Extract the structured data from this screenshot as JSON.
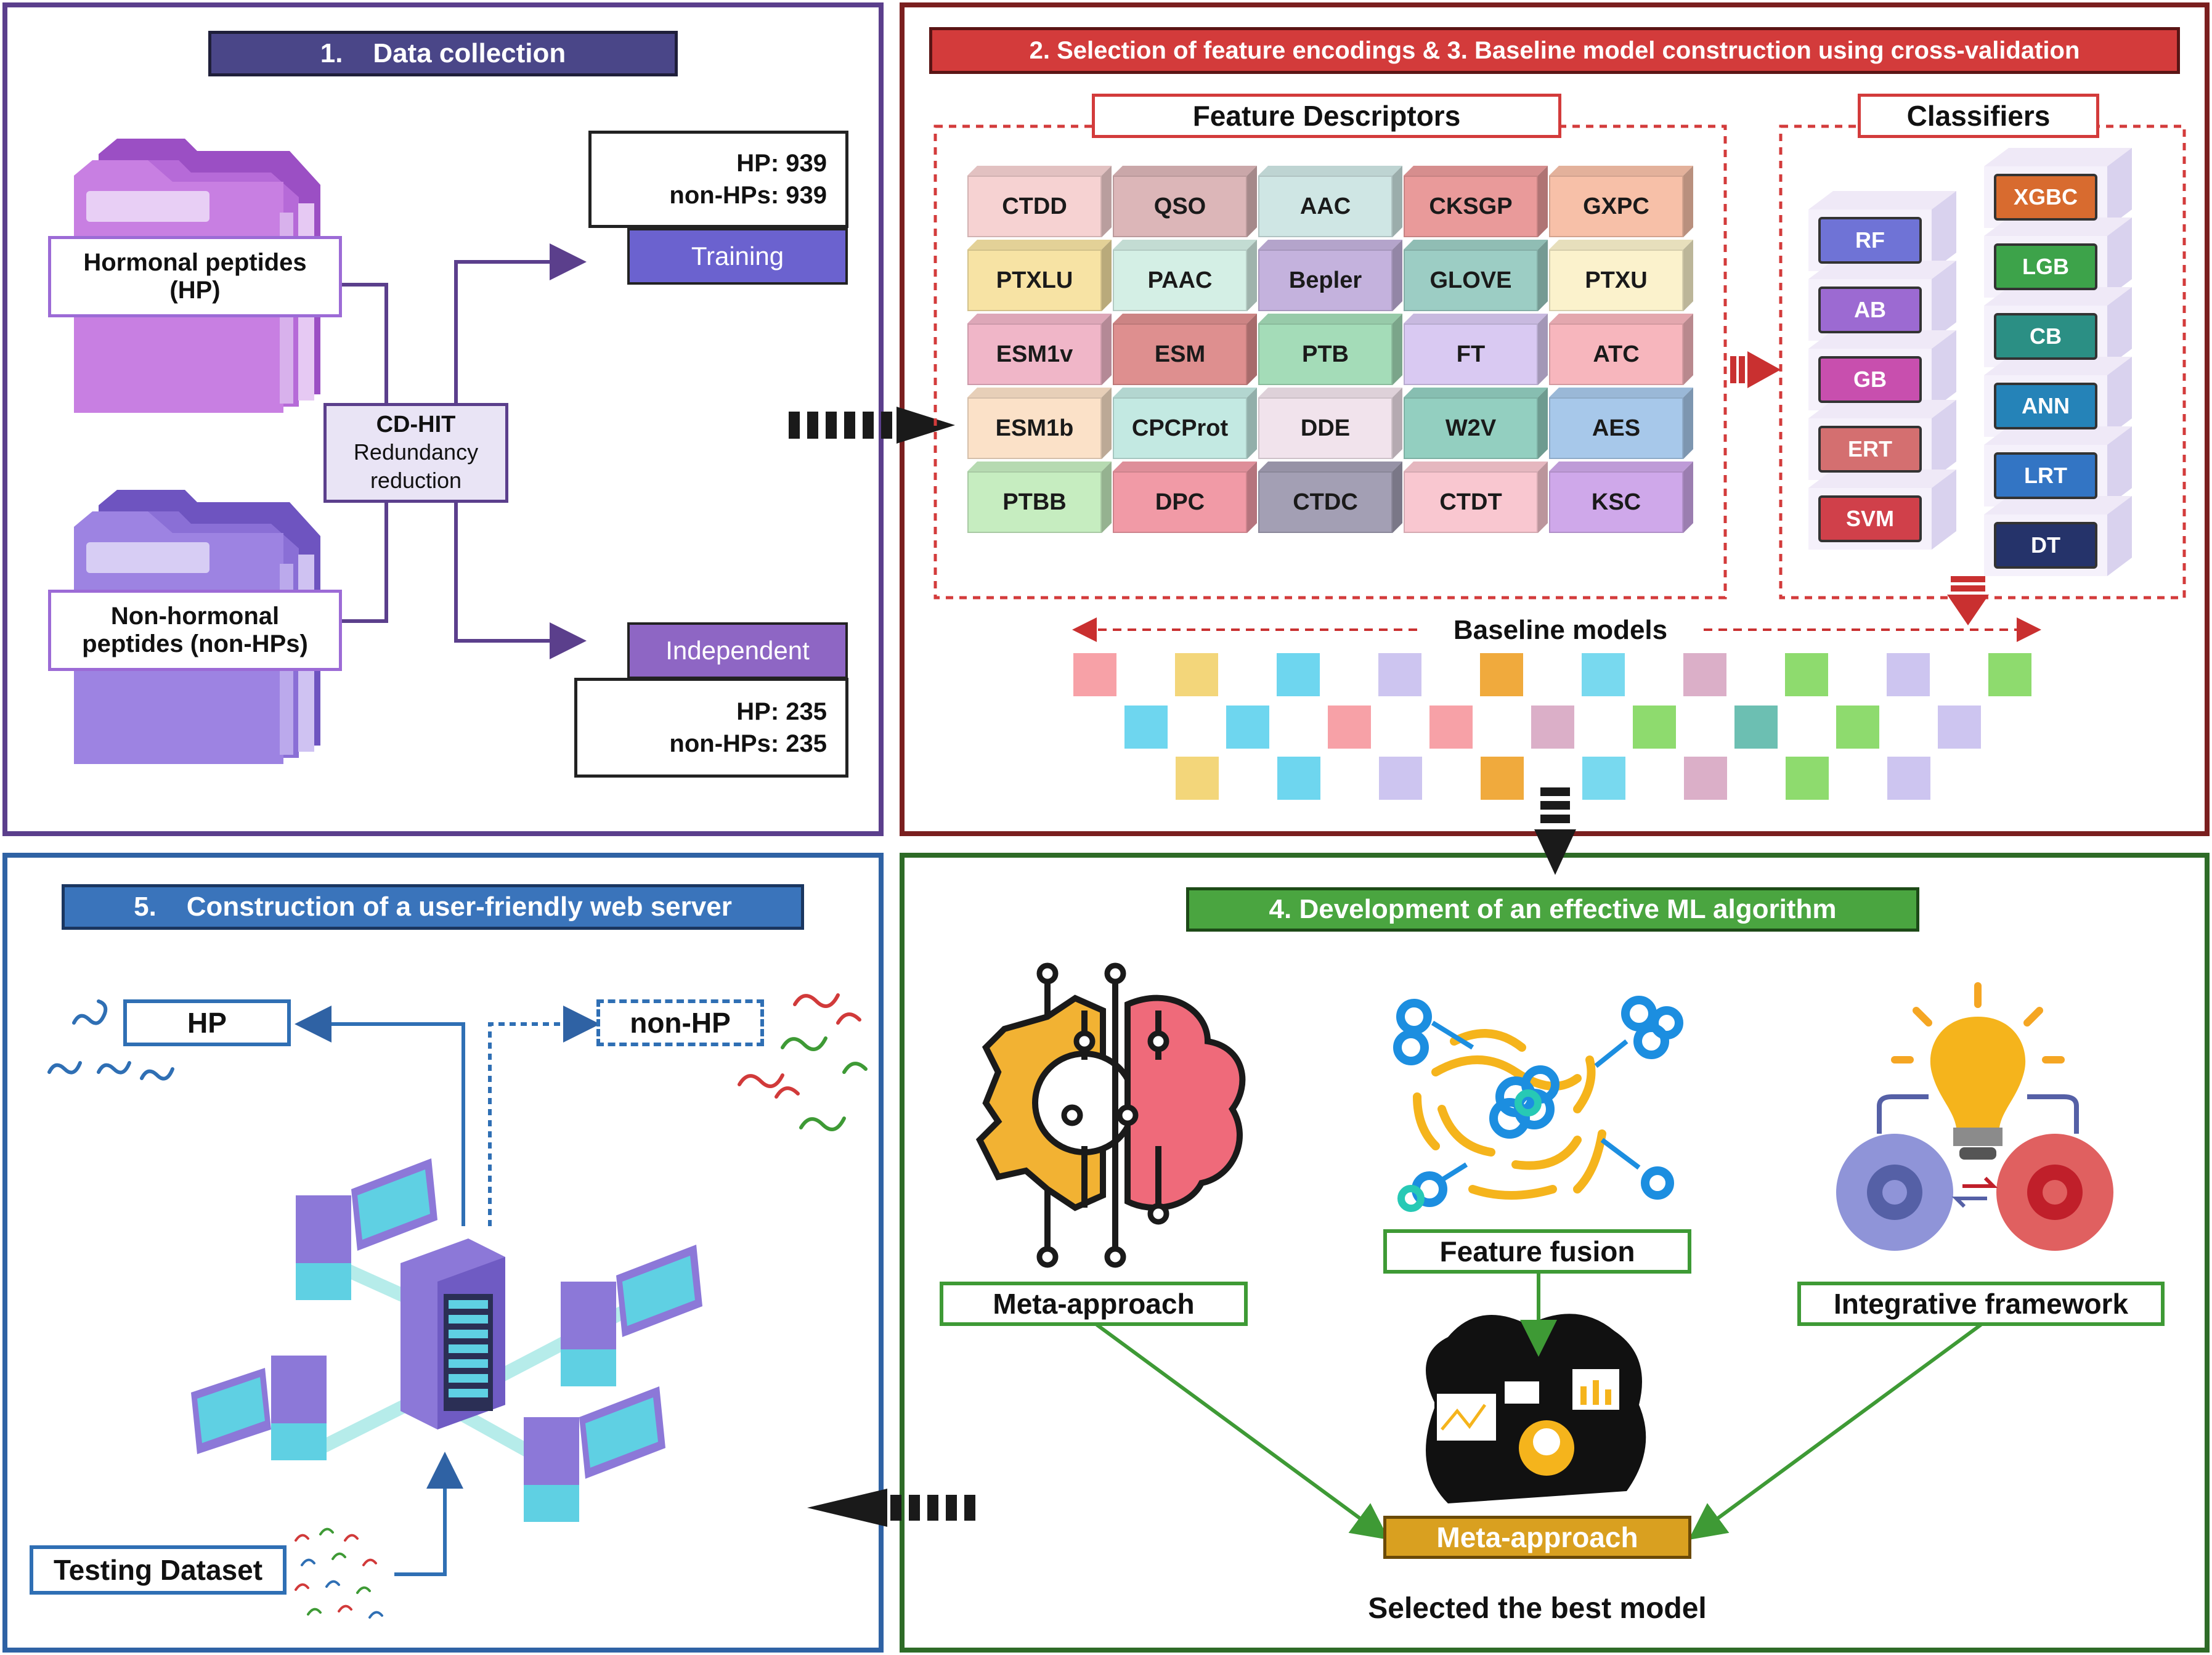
{
  "colors": {
    "panel1": "#5b3f8c",
    "panel2": "#7a1f1f",
    "panel3": "#3e8a35",
    "panel4": "#2f62a4",
    "header1": "#4a4688",
    "header2": "#d33b3b",
    "header3": "#4aa540",
    "header4": "#3a74bb"
  },
  "panel1": {
    "title": "1.    Data collection",
    "hp_folder_label": "Hormonal peptides\n(HP)",
    "nonhp_folder_label": "Non-hormonal\npeptides (non-HPs)",
    "cdhit_title": "CD-HIT",
    "cdhit_desc": "Redundancy\nreduction",
    "training_counts": [
      "HP: 939",
      "non-HPs: 939"
    ],
    "training_label": "Training",
    "independent_label": "Independent",
    "independent_counts": [
      "HP: 235",
      "non-HPs: 235"
    ]
  },
  "panel2": {
    "title": "2. Selection of feature encodings & 3. Baseline model construction using cross-validation",
    "feature_title": "Feature Descriptors",
    "features": [
      [
        "CTDD",
        "QSO",
        "AAC",
        "CKSGP",
        "GXPC"
      ],
      [
        "PTXLU",
        "PAAC",
        "Bepler",
        "GLOVE",
        "PTXU"
      ],
      [
        "ESM1v",
        "ESM",
        "PTB",
        "FT",
        "ATC"
      ],
      [
        "ESM1b",
        "CPCProt",
        "DDE",
        "W2V",
        "AES"
      ],
      [
        "PTBB",
        "DPC",
        "CTDC",
        "CTDT",
        "KSC"
      ]
    ],
    "feature_colors": [
      [
        "#f6d2d2",
        "#dcb6b8",
        "#cfe6e4",
        "#e99a9a",
        "#f7c0a8"
      ],
      [
        "#f7e3a4",
        "#d4efe5",
        "#c4b2dd",
        "#9ccdc4",
        "#fbf2cc"
      ],
      [
        "#f0b6c8",
        "#de8f8f",
        "#a4dcb8",
        "#d9c9f2",
        "#f7b6bd"
      ],
      [
        "#fbe1c8",
        "#c3e9e2",
        "#f1e3ec",
        "#93cfc0",
        "#a7c8ea"
      ],
      [
        "#c6edc0",
        "#f19aa6",
        "#a39fb4",
        "#f9c7d0",
        "#cfa8ea"
      ]
    ],
    "classifier_title": "Classifiers",
    "classifiers_left": [
      {
        "name": "RF",
        "color": "#6f73d6"
      },
      {
        "name": "AB",
        "color": "#9c6ad2"
      },
      {
        "name": "GB",
        "color": "#c84fae"
      },
      {
        "name": "ERT",
        "color": "#d46f70"
      },
      {
        "name": "SVM",
        "color": "#d0404a"
      }
    ],
    "classifiers_right": [
      {
        "name": "XGBC",
        "color": "#d86b2f"
      },
      {
        "name": "LGB",
        "color": "#3da34a"
      },
      {
        "name": "CB",
        "color": "#2b8f84"
      },
      {
        "name": "ANN",
        "color": "#2583b8"
      },
      {
        "name": "LRT",
        "color": "#3375c4"
      },
      {
        "name": "DT",
        "color": "#25336a"
      }
    ],
    "baseline_label": "Baseline models",
    "baseline_rows": [
      [
        "#f7a1a7",
        "#f3d67a",
        "#6ed6ef",
        "#cdc5f0",
        "#f0aa3d",
        "#78d9ef",
        "#dbafc8",
        "#8edb6e",
        "#cdc5f0",
        "#8edb6e"
      ],
      [
        "#6ed6ef",
        "#6ed6ef",
        "#f7a1a7",
        "#f7a1a7",
        "#dbafc8",
        "#8edb6e",
        "#6cbfb2",
        "#8edb6e",
        "#cdc5f0"
      ],
      [
        "#f3d67a",
        "#6ed6ef",
        "#cdc5f0",
        "#f0aa3d",
        "#78d9ef",
        "#dbafc8",
        "#8edb6e",
        "#cdc5f0"
      ]
    ]
  },
  "panel3": {
    "title": "4. Development of an effective ML algorithm",
    "meta_label": "Meta-approach",
    "fusion_label": "Feature fusion",
    "integrative_label": "Integrative framework",
    "result_label": "Meta-approach",
    "caption": "Selected the best model"
  },
  "panel4": {
    "title": "5.    Construction of a user-friendly web server",
    "hp_label": "HP",
    "nonhp_label": "non-HP",
    "testing_label": "Testing Dataset"
  }
}
